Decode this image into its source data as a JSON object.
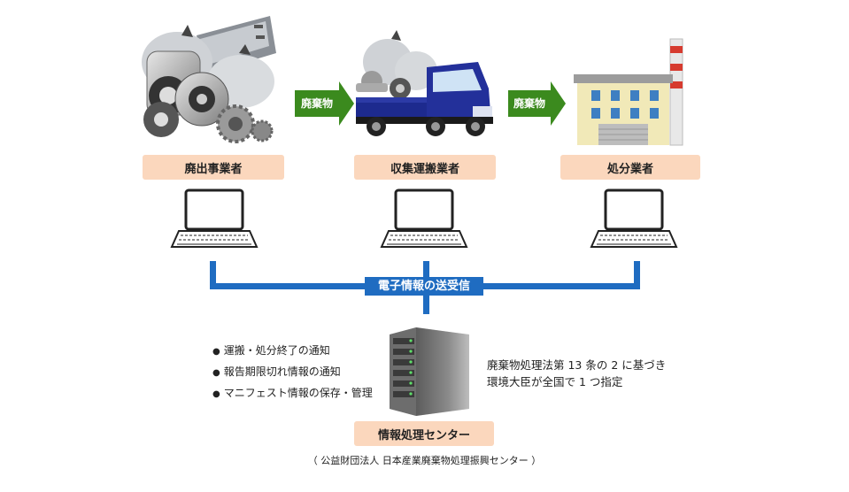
{
  "actors": [
    {
      "id": "generator",
      "label": "廃出事業者"
    },
    {
      "id": "transporter",
      "label": "収集運搬業者"
    },
    {
      "id": "disposer",
      "label": "処分業者"
    }
  ],
  "flow_arrows": [
    {
      "label": "廃棄物"
    },
    {
      "label": "廃棄物"
    }
  ],
  "network": {
    "label": "電子情報の送受信"
  },
  "center": {
    "label": "情報処理センター",
    "functions": [
      "運搬・処分終了の通知",
      "報告期限切れ情報の通知",
      "マニフェスト情報の保存・管理"
    ],
    "designation": [
      "廃棄物処理法第 13 条の 2 に基づき",
      "環境大臣が全国で 1 つ指定"
    ],
    "organization": "（ 公益財団法人  日本産業廃棄物処理振興センター ）"
  },
  "colors": {
    "network_line": "#1f6cc1",
    "arrow": "#3b8a1e",
    "label_bg": "#fbd7bd"
  },
  "icons": [
    "waste-pile-icon",
    "truck-icon",
    "factory-icon",
    "laptop-icon",
    "server-icon"
  ]
}
